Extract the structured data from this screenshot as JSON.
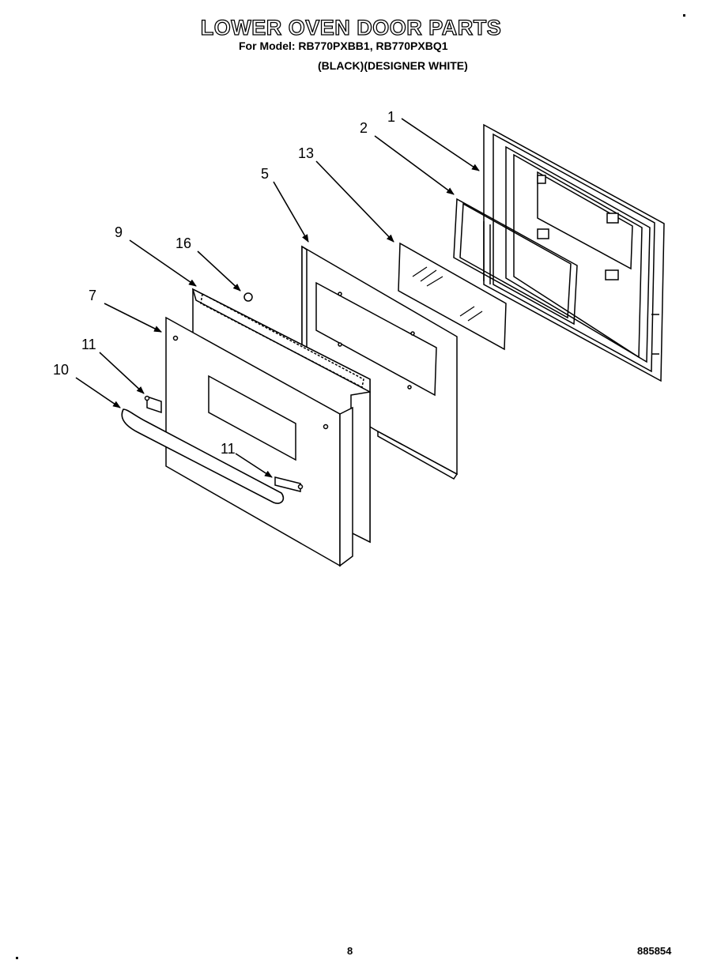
{
  "header": {
    "title": "LOWER OVEN DOOR PARTS",
    "models": "For Model: RB770PXBB1, RB770PXBQ1",
    "colors": "(BLACK)(DESIGNER WHITE)"
  },
  "callouts": [
    {
      "id": "c1",
      "label": "1"
    },
    {
      "id": "c2",
      "label": "2"
    },
    {
      "id": "c13",
      "label": "13"
    },
    {
      "id": "c5",
      "label": "5"
    },
    {
      "id": "c9",
      "label": "9"
    },
    {
      "id": "c16",
      "label": "16"
    },
    {
      "id": "c7",
      "label": "7"
    },
    {
      "id": "c11a",
      "label": "11"
    },
    {
      "id": "c10",
      "label": "10"
    },
    {
      "id": "c11b",
      "label": "11"
    }
  ],
  "footer": {
    "page": "8",
    "code": "885854"
  }
}
